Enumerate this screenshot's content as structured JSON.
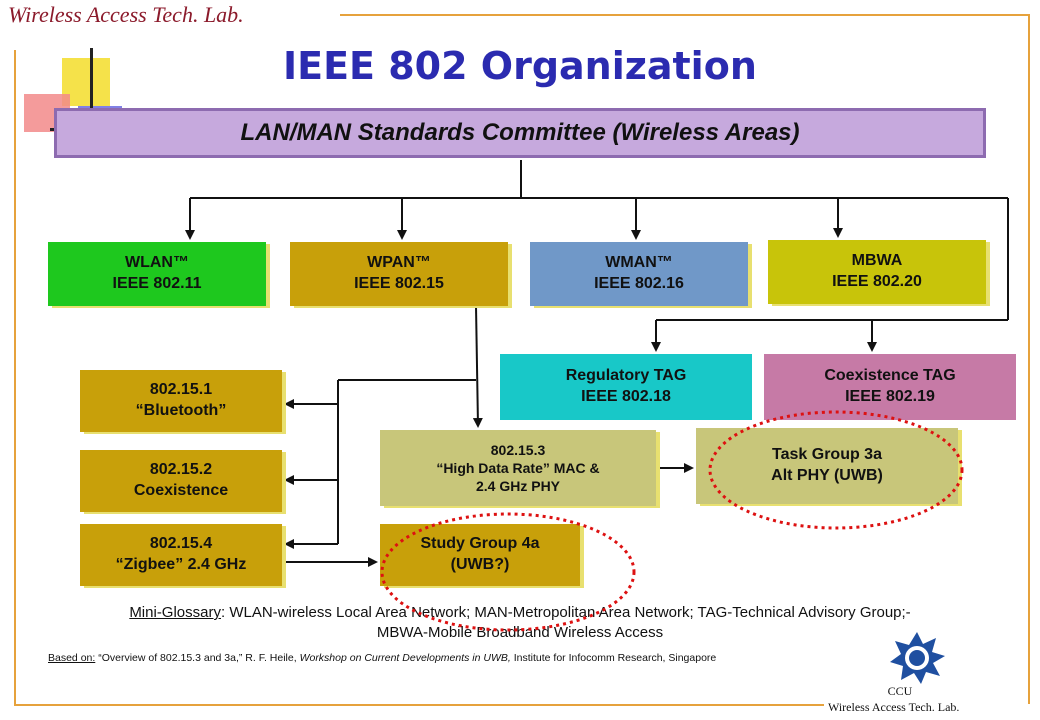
{
  "header": {
    "lab": "Wireless Access Tech. Lab.",
    "title": "IEEE 802 Organization"
  },
  "committee": "LAN/MAN Standards Committee (Wireless Areas)",
  "boxes": {
    "wlan": {
      "line1": "WLAN™",
      "line2": "IEEE 802.11"
    },
    "wpan": {
      "line1": "WPAN™",
      "line2": "IEEE 802.15"
    },
    "wman": {
      "line1": "WMAN™",
      "line2": "IEEE 802.16"
    },
    "mbwa": {
      "line1": "MBWA",
      "line2": "IEEE 802.20"
    },
    "regulatory": {
      "line1": "Regulatory TAG",
      "line2": "IEEE 802.18"
    },
    "coexistence_tag": {
      "line1": "Coexistence TAG",
      "line2": "IEEE 802.19"
    },
    "bluetooth": {
      "line1": "802.15.1",
      "line2": "“Bluetooth”"
    },
    "coexistence": {
      "line1": "802.15.2",
      "line2": "Coexistence"
    },
    "zigbee": {
      "line1": "802.15.4",
      "line2": "“Zigbee” 2.4 GHz"
    },
    "high_data_rate": {
      "line1": "802.15.3",
      "line2": "“High Data Rate” MAC &",
      "line3": "2.4 GHz PHY"
    },
    "task_group_3a": {
      "line1": "Task Group 3a",
      "line2": "Alt PHY (UWB)"
    },
    "study_group_4a": {
      "line1": "Study Group 4a",
      "line2": "(UWB?)"
    }
  },
  "glossary": {
    "label": "Mini-Glossary",
    "line1": ": WLAN-wireless Local Area Network; MAN-Metropolitan Area Network; TAG-Technical Advisory Group;-",
    "line2": "MBWA-Mobile Broadband Wireless Access"
  },
  "source": {
    "label": "Based on:",
    "pre": " “Overview of 802.15.3 and 3a,” R. F. Heile, ",
    "italic": "Workshop on Current Developments in UWB,",
    "post": " Institute for Infocomm Research, Singapore"
  },
  "footer": {
    "ccu": "CCU",
    "lab": "Wireless Access Tech. Lab."
  },
  "colors": {
    "title": "#2b2bb0",
    "committee": "#c6a9dd",
    "wlan": "#1ec81e",
    "wpan": "#c8a00a",
    "wman": "#7098c8",
    "mbwa": "#c8c40a",
    "regulatory": "#18c8c8",
    "coexistence_tag": "#c67aa6",
    "highlight_ellipse": "#dd1111"
  },
  "logo_icon": "ccu-emblem-icon"
}
